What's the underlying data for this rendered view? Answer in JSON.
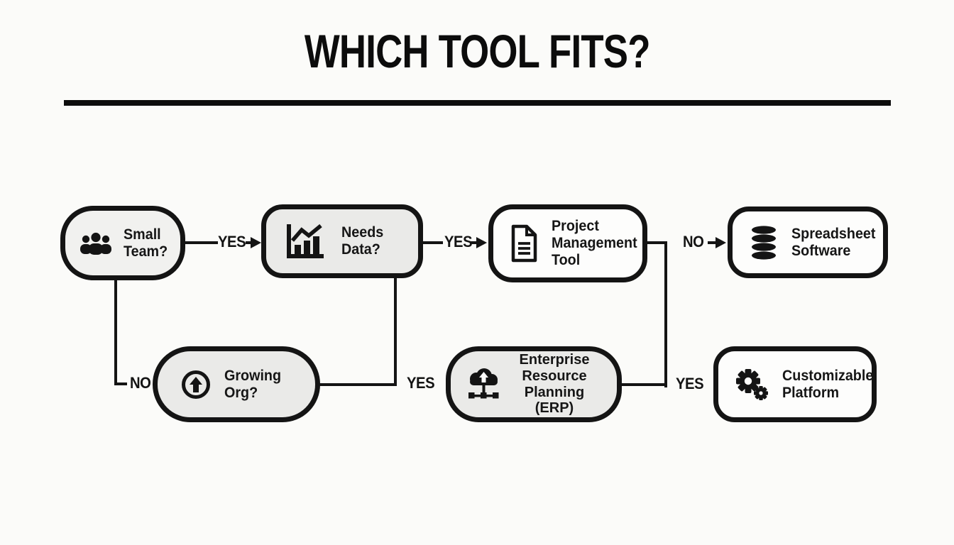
{
  "title": "WHICH TOOL FITS?",
  "colors": {
    "background": "#fbfbf9",
    "decision_fill": "#eaeae8",
    "outcome_fill": "#fdfdfc",
    "border": "#141414",
    "text": "#111111"
  },
  "nodes": [
    {
      "id": "small-team",
      "label": "Small\nTeam?",
      "icon": "people-icon",
      "variant": "decision"
    },
    {
      "id": "needs-data",
      "label": "Needs\nData?",
      "icon": "bar-chart-icon",
      "variant": "decision"
    },
    {
      "id": "project-management-tool",
      "label": "Project\nManagement\nTool",
      "icon": "document-icon",
      "variant": "outcome"
    },
    {
      "id": "spreadsheet-software",
      "label": "Spreadsheet\nSoftware",
      "icon": "database-icon",
      "variant": "outcome"
    },
    {
      "id": "growing-org",
      "label": "Growing\nOrg?",
      "icon": "up-arrow-circle-icon",
      "variant": "decision"
    },
    {
      "id": "erp",
      "label": "Enterprise\nResource Planning\n(ERP)",
      "icon": "cloud-network-icon",
      "variant": "decision"
    },
    {
      "id": "customizable-platform",
      "label": "Customizable\nPlatform",
      "icon": "gears-icon",
      "variant": "outcome"
    }
  ],
  "edges": {
    "small_team_yes": "YES",
    "needs_data_yes": "YES",
    "pmt_no": "NO",
    "small_team_no": "NO",
    "growing_org_yes": "YES",
    "right_branch_yes": "YES"
  }
}
